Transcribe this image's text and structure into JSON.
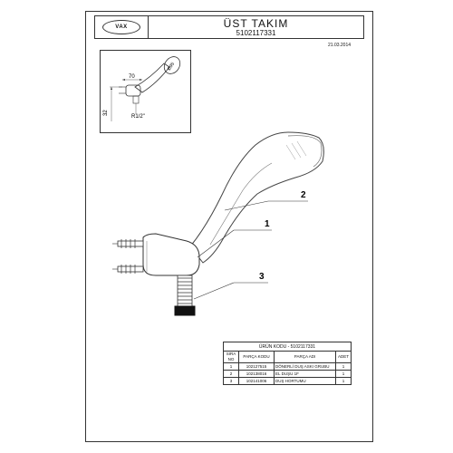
{
  "header": {
    "logo_text": "VAX",
    "title": "ÜST TAKIM",
    "code": "5102117331"
  },
  "date": "21.03.2014",
  "detail": {
    "dim_width": "70",
    "dim_diameter": "Ø95",
    "dim_height": "32",
    "dim_thread": "R1/2\""
  },
  "callouts": [
    "1",
    "2",
    "3"
  ],
  "table": {
    "title": "ÜRÜN KODU - 5102117331",
    "headers": [
      "SIRA NO",
      "PARÇA KODU",
      "PARÇA ADI",
      "ADET"
    ],
    "rows": [
      [
        "1",
        "102127515",
        "DÖNERLİ DUŞ ASKI GRUBU",
        "1"
      ],
      [
        "2",
        "102138016",
        "EL DUŞU 1F",
        "1"
      ],
      [
        "3",
        "102141006",
        "DUŞ HORTUMU",
        "1"
      ]
    ]
  }
}
